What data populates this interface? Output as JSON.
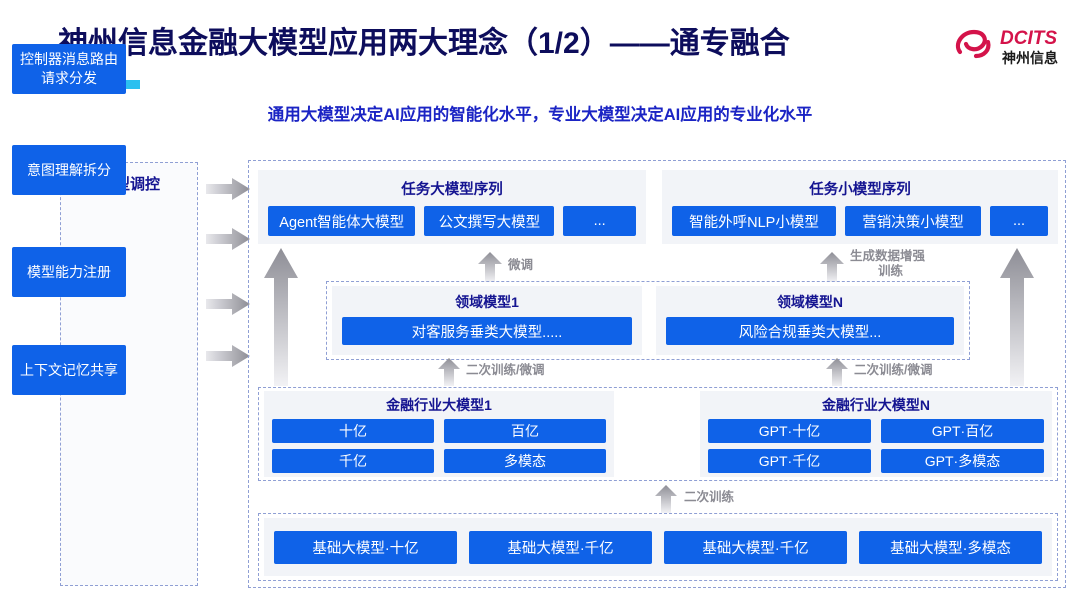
{
  "header": {
    "title": "神州信息金融大模型应用两大理念（1/2）——通专融合",
    "subtitle": "通用大模型决定AI应用的智能化水平，专业大模型决定AI应用的专业化水平",
    "logo": {
      "brand_en": "DCITS",
      "brand_cn": "神州信息",
      "color": "#d4134a"
    },
    "accent_colors": [
      "#1b119b",
      "#0f62e8",
      "#2bc0f0"
    ]
  },
  "regulator_panel": {
    "title": "模型调控",
    "items": [
      {
        "label": "控制器消息路由请求分发"
      },
      {
        "label": "意图理解拆分"
      },
      {
        "label": "模型能力注册"
      },
      {
        "label": "上下文记忆共享"
      }
    ]
  },
  "task_sequences": [
    {
      "title": "任务大模型序列",
      "models": [
        "Agent智能体大模型",
        "公文撰写大模型",
        "..."
      ]
    },
    {
      "title": "任务小模型序列",
      "models": [
        "智能外呼NLP小模型",
        "营销决策小模型",
        "..."
      ]
    }
  ],
  "domain_models": [
    {
      "title": "领域模型1",
      "model": "对客服务垂类大模型....."
    },
    {
      "title": "领域模型N",
      "model": "风险合规垂类大模型..."
    }
  ],
  "industry_models": [
    {
      "title": "金融行业大模型1",
      "cells": [
        "十亿",
        "百亿",
        "千亿",
        "多模态"
      ]
    },
    {
      "title": "金融行业大模型N",
      "cells": [
        "GPT·十亿",
        "GPT·百亿",
        "GPT·千亿",
        "GPT·多模态"
      ]
    }
  ],
  "base_models": [
    "基础大模型·十亿",
    "基础大模型·千亿",
    "基础大模型·千亿",
    "基础大模型·多模态"
  ],
  "arrow_labels": {
    "fine_tune": "微调",
    "data_augment_line1": "生成数据增强",
    "data_augment_line2": "训练",
    "retrain_finetune_left": "二次训练/微调",
    "retrain_finetune_right": "二次训练/微调",
    "retrain": "二次训练"
  },
  "colors": {
    "box_blue": "#0f62e8",
    "title_navy": "#0d0d5c",
    "subtitle_blue": "#1b24c4",
    "panel_gray": "#f2f4f8",
    "dashed_border": "#8f9fd4",
    "arrow_gray": "#9a9aa2"
  }
}
